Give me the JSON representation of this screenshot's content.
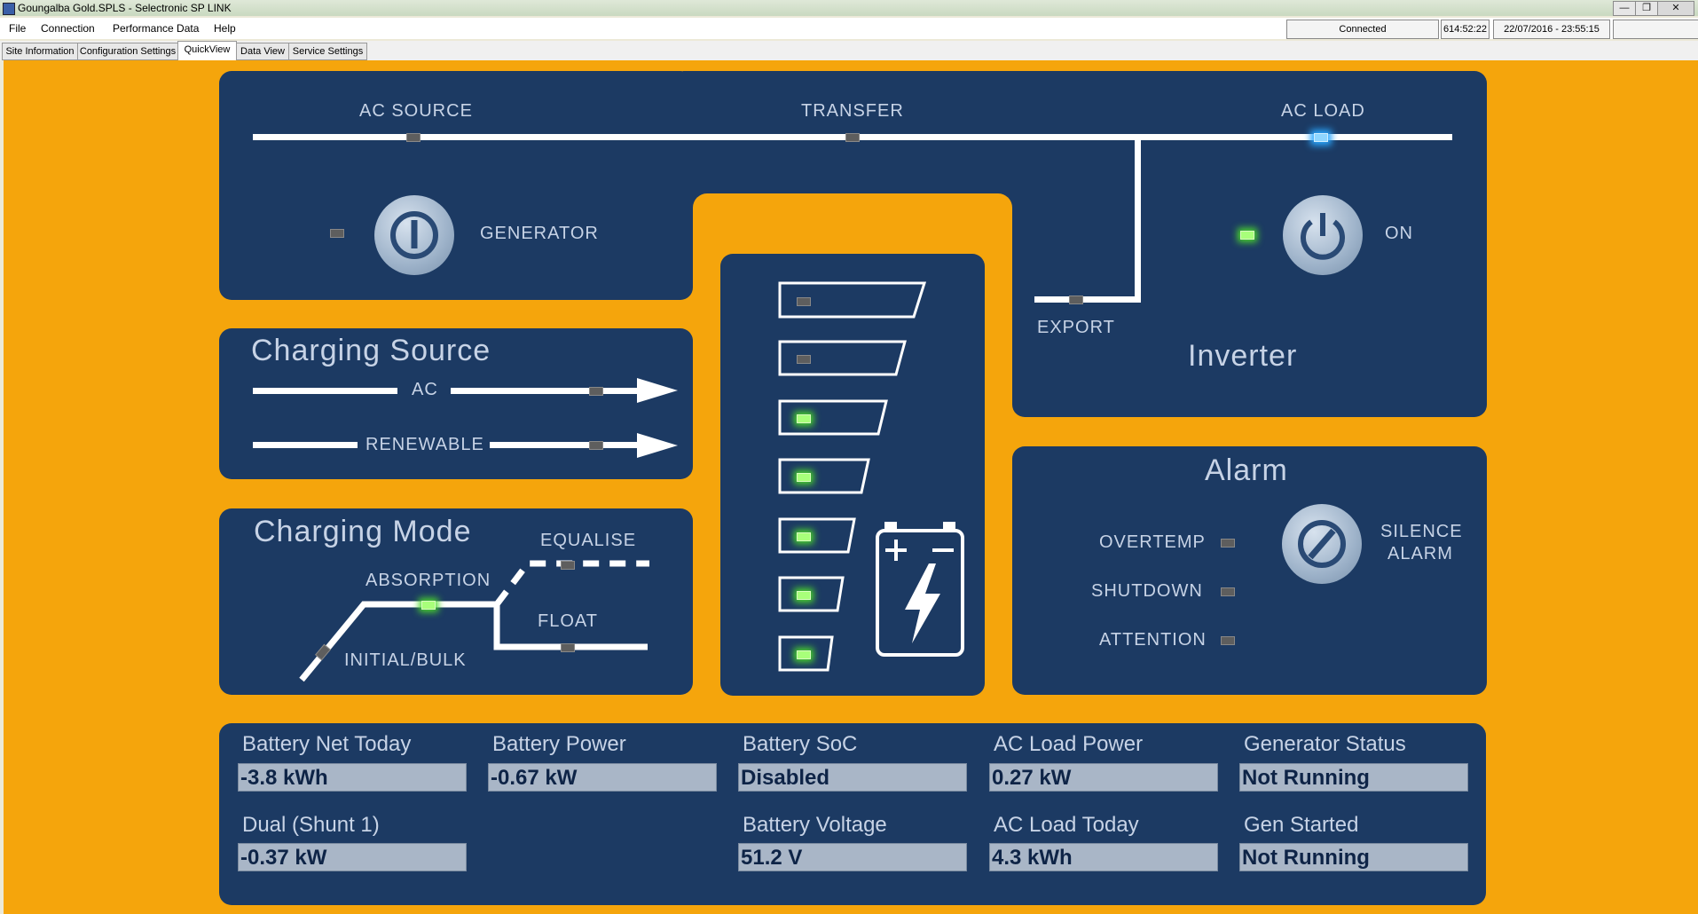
{
  "window": {
    "title": "Goungalba Gold.SPLS - Selectronic SP LINK",
    "controls": [
      "—",
      "❐",
      "✕"
    ]
  },
  "menu": [
    "File",
    "Connection",
    "Performance Data",
    "Help"
  ],
  "status": {
    "connection": "Connected",
    "time": "614:52:22",
    "datetime": "22/07/2016 - 23:55:15"
  },
  "tabs": [
    "Site Information",
    "Configuration Settings",
    "QuickView",
    "Data View",
    "Service Settings"
  ],
  "active_tab": "QuickView",
  "colors": {
    "background": "#f5a50c",
    "panel": "#1c3a63",
    "text": "#c7d3e6",
    "led_green": "#4cd92a",
    "led_blue": "#2aa7ff"
  },
  "top_panel": {
    "ac_source": "AC SOURCE",
    "transfer": "TRANSFER",
    "ac_load": "AC LOAD",
    "generator": "GENERATOR",
    "export": "EXPORT",
    "inverter": "Inverter",
    "on": "ON"
  },
  "charging_source": {
    "title": "Charging Source",
    "ac": "AC",
    "renewable": "RENEWABLE"
  },
  "charging_mode": {
    "title": "Charging Mode",
    "equalise": "EQUALISE",
    "absorption": "ABSORPTION",
    "float": "FLOAT",
    "initial_bulk": "INITIAL/BULK"
  },
  "battery_levels": {
    "total": 7,
    "lit": 5
  },
  "alarm": {
    "title": "Alarm",
    "overtemp": "OVERTEMP",
    "shutdown": "SHUTDOWN",
    "attention": "ATTENTION",
    "silence_1": "SILENCE",
    "silence_2": "ALARM"
  },
  "readings": {
    "battery_net_today": {
      "label": "Battery Net Today",
      "value": "-3.8 kWh"
    },
    "battery_power": {
      "label": "Battery Power",
      "value": "-0.67 kW"
    },
    "battery_soc": {
      "label": "Battery SoC",
      "value": "Disabled"
    },
    "ac_load_power": {
      "label": "AC Load Power",
      "value": "0.27 kW"
    },
    "generator_status": {
      "label": "Generator Status",
      "value": "Not Running"
    },
    "dual_shunt": {
      "label": "Dual (Shunt 1)",
      "value": "-0.37 kW"
    },
    "battery_voltage": {
      "label": "Battery Voltage",
      "value": "51.2 V"
    },
    "ac_load_today": {
      "label": "AC Load Today",
      "value": "4.3 kWh"
    },
    "gen_started": {
      "label": "Gen Started",
      "value": "Not Running"
    }
  }
}
